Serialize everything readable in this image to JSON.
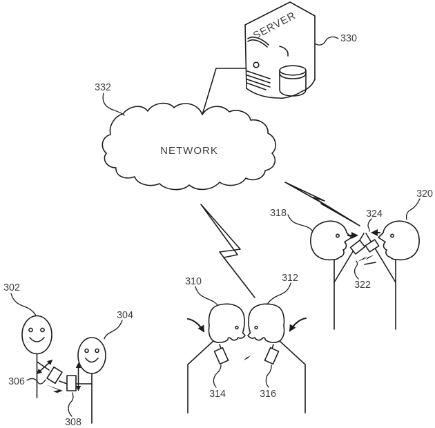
{
  "colors": {
    "background": "#ffffff",
    "line": "#1c1c1c",
    "label_text": "#3d3d3d",
    "cylinder_fill": "#eeeeee"
  },
  "server": {
    "label": "SERVER",
    "ref": "330"
  },
  "network": {
    "label": "NETWORK",
    "ref": "332"
  },
  "smiling_pair": {
    "person_left_ref": "302",
    "person_right_ref": "304",
    "tilted_device_ref": "306",
    "upright_device_ref": "308"
  },
  "face_to_face_pair": {
    "person_left_ref": "310",
    "person_right_ref": "312",
    "device_left_ref": "314",
    "device_right_ref": "316"
  },
  "bump_pair": {
    "person_left_ref": "318",
    "person_right_ref": "320",
    "devices_ref": "322",
    "contact_arrows_ref": "324"
  }
}
